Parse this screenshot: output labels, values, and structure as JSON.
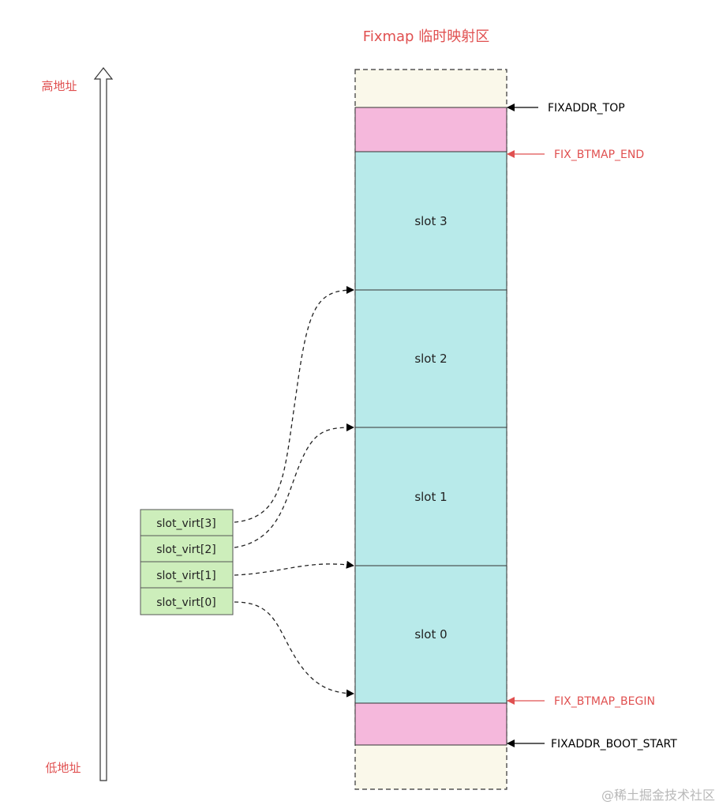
{
  "title": "Fixmap 临时映射区",
  "high_address": "高地址",
  "low_address": "低地址",
  "slots": [
    "slot 3",
    "slot 2",
    "slot 1",
    "slot 0"
  ],
  "slot_virt": [
    "slot_virt[3]",
    "slot_virt[2]",
    "slot_virt[1]",
    "slot_virt[0]"
  ],
  "markers": {
    "fixaddr_top": "FIXADDR_TOP",
    "fix_btmap_end": "FIX_BTMAP_END",
    "fix_btmap_begin": "FIX_BTMAP_BEGIN",
    "fixaddr_boot_start": "FIXADDR_BOOT_START"
  },
  "watermark": "@稀土掘金技术社区",
  "colors": {
    "accent_red": "#e05050",
    "outer_fill": "#faf8ea",
    "pink_fill": "#f5b8dc",
    "slot_fill": "#b8eaea",
    "virt_fill": "#cdeebb",
    "virt_stroke": "#555555"
  }
}
